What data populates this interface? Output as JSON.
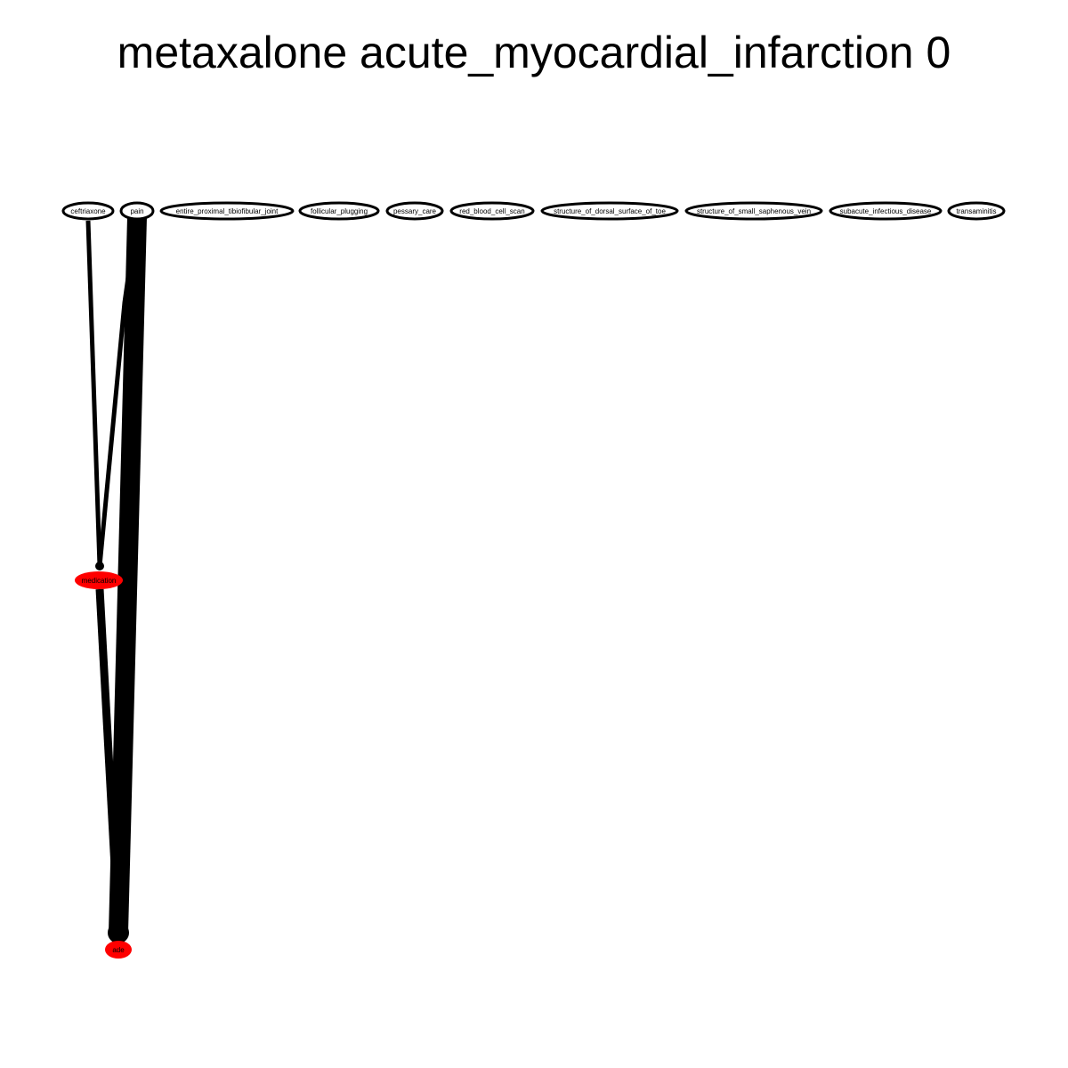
{
  "title": "metaxalone acute_myocardial_infarction 0",
  "colors": {
    "background": "#ffffff",
    "edge": "#000000",
    "highlight_node_fill": "#ff0000",
    "plain_node_stroke": "#000000",
    "plain_node_fill": "#ffffff",
    "label": "#000000"
  },
  "nodes": [
    {
      "id": "ceftriaxone",
      "label": "ceftriaxone",
      "highlighted": false
    },
    {
      "id": "pain",
      "label": "pain",
      "highlighted": false
    },
    {
      "id": "entire_proximal_tibiofibular_joint",
      "label": "entire_proximal_tibiofibular_joint",
      "highlighted": false
    },
    {
      "id": "follicular_plugging",
      "label": "follicular_plugging",
      "highlighted": false
    },
    {
      "id": "pessary_care",
      "label": "pessary_care",
      "highlighted": false
    },
    {
      "id": "red_blood_cell_scan",
      "label": "red_blood_cell_scan",
      "highlighted": false
    },
    {
      "id": "structure_of_dorsal_surface_of_toe",
      "label": "structure_of_dorsal_surface_of_toe",
      "highlighted": false
    },
    {
      "id": "structure_of_small_saphenous_vein",
      "label": "structure_of_small_saphenous_vein",
      "highlighted": false
    },
    {
      "id": "subacute_infectious_disease",
      "label": "subacute_infectious_disease",
      "highlighted": false
    },
    {
      "id": "transaminitis",
      "label": "transaminitis",
      "highlighted": false
    },
    {
      "id": "medication",
      "label": "medication",
      "highlighted": true
    },
    {
      "id": "ade",
      "label": "ade",
      "highlighted": true
    }
  ],
  "edges": [
    {
      "from": "ceftriaxone",
      "to": "medication",
      "weight": 1
    },
    {
      "from": "pain",
      "to": "medication",
      "weight": 1
    },
    {
      "from": "pain",
      "to": "ade",
      "weight": 5
    },
    {
      "from": "medication",
      "to": "ade",
      "weight": 2
    }
  ]
}
